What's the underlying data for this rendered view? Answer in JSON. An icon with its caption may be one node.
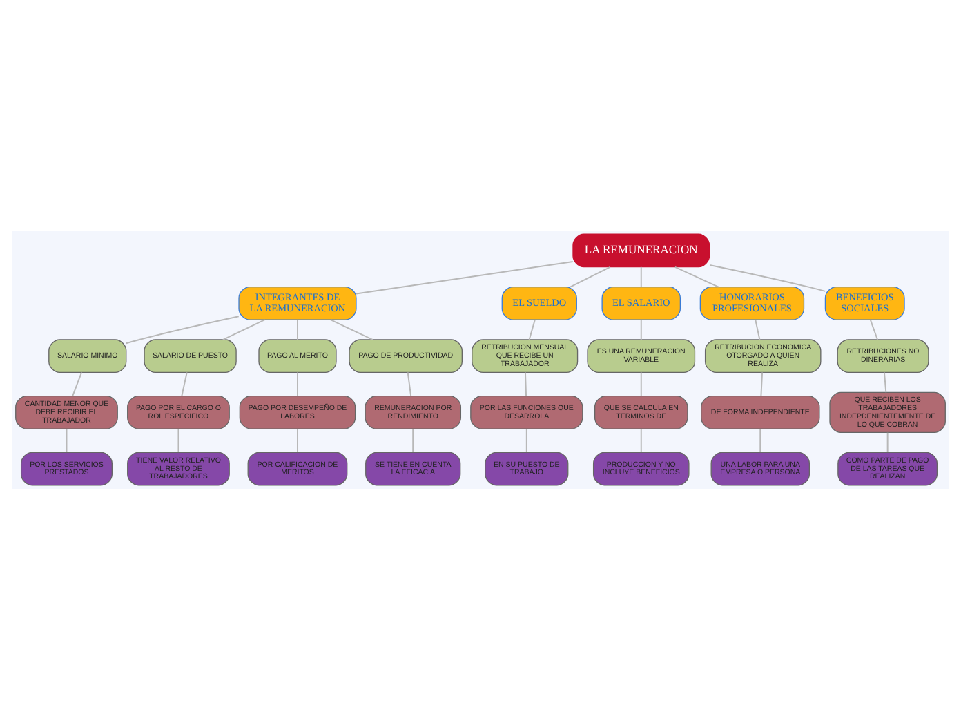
{
  "diagram": {
    "nodes": [
      {
        "text": [
          "LA REMUNERACION"
        ]
      },
      {
        "text": [
          "INTEGRANTES DE LA REMUNERACION"
        ]
      },
      {
        "text": [
          "EL SUELDO"
        ]
      },
      {
        "text": [
          "EL SALARIO"
        ]
      },
      {
        "text": [
          "HONORARIOS PROFESIONALES"
        ]
      },
      {
        "text": [
          "BENEFICIOS SOCIALES"
        ]
      },
      {
        "text": [
          "SALARIO MINIMO"
        ]
      },
      {
        "text": [
          "SALARIO DE PUESTO"
        ]
      },
      {
        "text": [
          "PAGO AL MERITO"
        ]
      },
      {
        "text": [
          "PAGO DE PRODUCTIVIDAD"
        ]
      },
      {
        "text": [
          "RETRIBUCION MENSUAL QUE RECIBE UN TRABAJADOR"
        ]
      },
      {
        "text": [
          "ES UNA REMUNERACION VARIABLE"
        ]
      },
      {
        "text": [
          "RETRIBUCION ECONOMICA OTORGADO A QUIEN REALIZA"
        ]
      },
      {
        "text": [
          "RETRIBUCIONES NO DINERARIAS"
        ]
      },
      {
        "text": [
          "CANTIDAD MENOR QUE DEBE RECIBIR EL TRABAJADOR"
        ]
      },
      {
        "text": [
          "PAGO POR EL CARGO O ROL ESPECIFICO"
        ]
      },
      {
        "text": [
          "PAGO POR DESEMPEÑO DE LABORES"
        ]
      },
      {
        "text": [
          "REMUNERACION POR RENDIMIENTO"
        ]
      },
      {
        "text": [
          "POR LAS FUNCIONES QUE DESARROLA"
        ]
      },
      {
        "text": [
          "QUE SE CALCULA EN TERMINOS DE"
        ]
      },
      {
        "text": [
          "DE FORMA INDEPENDIENTE"
        ]
      },
      {
        "text": [
          "QUE RECIBEN LOS TRABAJADORES INDEPDENIENTEMENTE DE LO QUE COBRAN"
        ]
      },
      {
        "text": [
          "POR LOS SERVICIOS PRESTADOS"
        ]
      },
      {
        "text": [
          "TIENE VALOR RELATIVO AL RESTO DE TRABAJADORES"
        ]
      },
      {
        "text": [
          "POR CALIFICACION DE MERITOS"
        ]
      },
      {
        "text": [
          "SE TIENE EN CUENTA LA EFICACIA"
        ]
      },
      {
        "text": [
          "EN SU PUESTO DE TRABAJO"
        ]
      },
      {
        "text": [
          "PRODUCCION Y NO INCLUYE BENEFICIOS"
        ]
      },
      {
        "text": [
          "UNA LABOR PARA UNA EMPRESA O PERSONA"
        ]
      },
      {
        "text": [
          "COMO PARTE DE PAGO DE LAS TAREAS QUE REALIZAN"
        ]
      }
    ],
    "edges": [
      {
        "from": 0,
        "to": 1,
        "arrow": "none"
      },
      {
        "from": 0,
        "to": 2,
        "arrow": "none"
      },
      {
        "from": 0,
        "to": 3,
        "arrow": "none"
      },
      {
        "from": 0,
        "to": 4,
        "arrow": "none"
      },
      {
        "from": 0,
        "to": 5,
        "arrow": "none"
      },
      {
        "from": 1,
        "to": 6,
        "arrow": "none"
      },
      {
        "from": 1,
        "to": 7,
        "arrow": "none"
      },
      {
        "from": 1,
        "to": 8,
        "arrow": "none"
      },
      {
        "from": 1,
        "to": 9,
        "arrow": "none"
      },
      {
        "from": 2,
        "to": 10,
        "arrow": "none"
      },
      {
        "from": 3,
        "to": 11,
        "arrow": "none"
      },
      {
        "from": 4,
        "to": 12,
        "arrow": "none"
      },
      {
        "from": 5,
        "to": 13,
        "arrow": "none"
      },
      {
        "from": 6,
        "to": 14,
        "arrow": "none"
      },
      {
        "from": 7,
        "to": 15,
        "arrow": "none"
      },
      {
        "from": 8,
        "to": 16,
        "arrow": "none"
      },
      {
        "from": 9,
        "to": 17,
        "arrow": "none"
      },
      {
        "from": 10,
        "to": 18,
        "arrow": "none"
      },
      {
        "from": 11,
        "to": 19,
        "arrow": "none"
      },
      {
        "from": 12,
        "to": 20,
        "arrow": "none"
      },
      {
        "from": 13,
        "to": 21,
        "arrow": "none"
      },
      {
        "from": 14,
        "to": 22,
        "arrow": "none"
      },
      {
        "from": 15,
        "to": 23,
        "arrow": "none"
      },
      {
        "from": 16,
        "to": 24,
        "arrow": "none"
      },
      {
        "from": 17,
        "to": 25,
        "arrow": "none"
      },
      {
        "from": 18,
        "to": 26,
        "arrow": "none"
      },
      {
        "from": 19,
        "to": 27,
        "arrow": "none"
      },
      {
        "from": 20,
        "to": 28,
        "arrow": "none"
      },
      {
        "from": 21,
        "to": 29,
        "arrow": "none"
      }
    ]
  }
}
